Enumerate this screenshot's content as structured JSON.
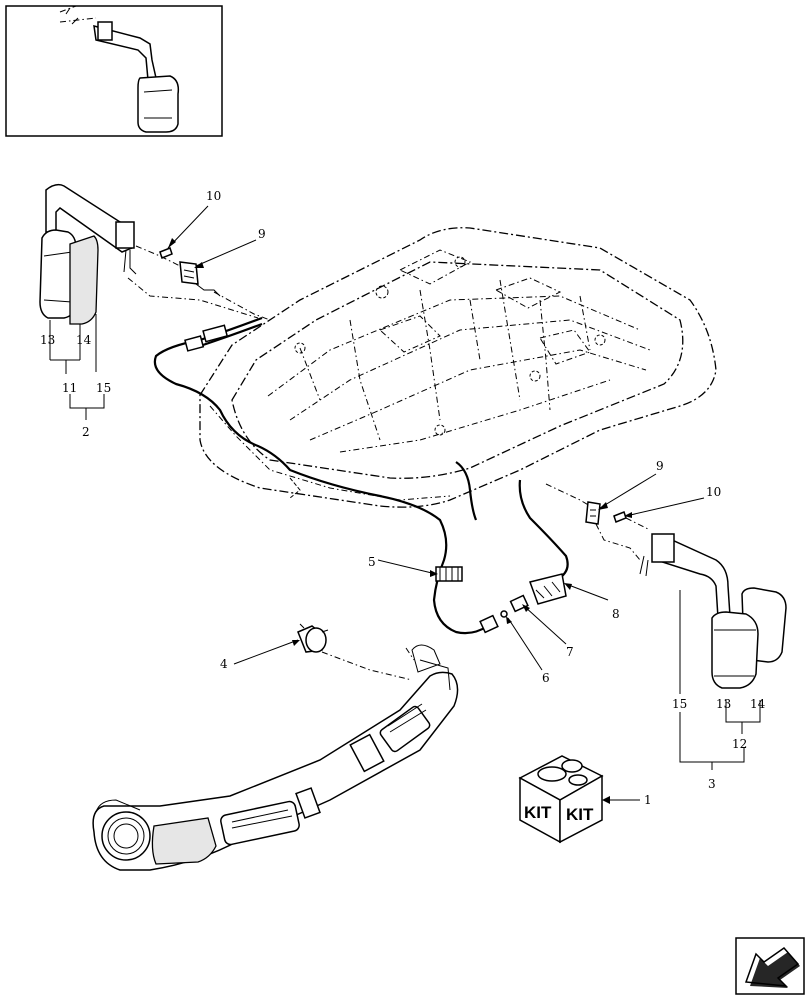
{
  "diagram": {
    "callouts": {
      "c1": "1",
      "c2": "2",
      "c3": "3",
      "c4": "4",
      "c5": "5",
      "c6": "6",
      "c7": "7",
      "c8": "8",
      "c9_left": "9",
      "c9_right": "9",
      "c10_left": "10",
      "c10_right": "10",
      "c11": "11",
      "c12": "12",
      "c13_left": "13",
      "c13_right": "13",
      "c14_left": "14",
      "c14_right": "14",
      "c15_left": "15",
      "c15_right": "15"
    },
    "kit_label_left": "KIT",
    "kit_label_right": "KIT"
  },
  "icons": {
    "thumbnail": "mirror-thumbnail",
    "nav": "navigation-arrow-icon"
  }
}
